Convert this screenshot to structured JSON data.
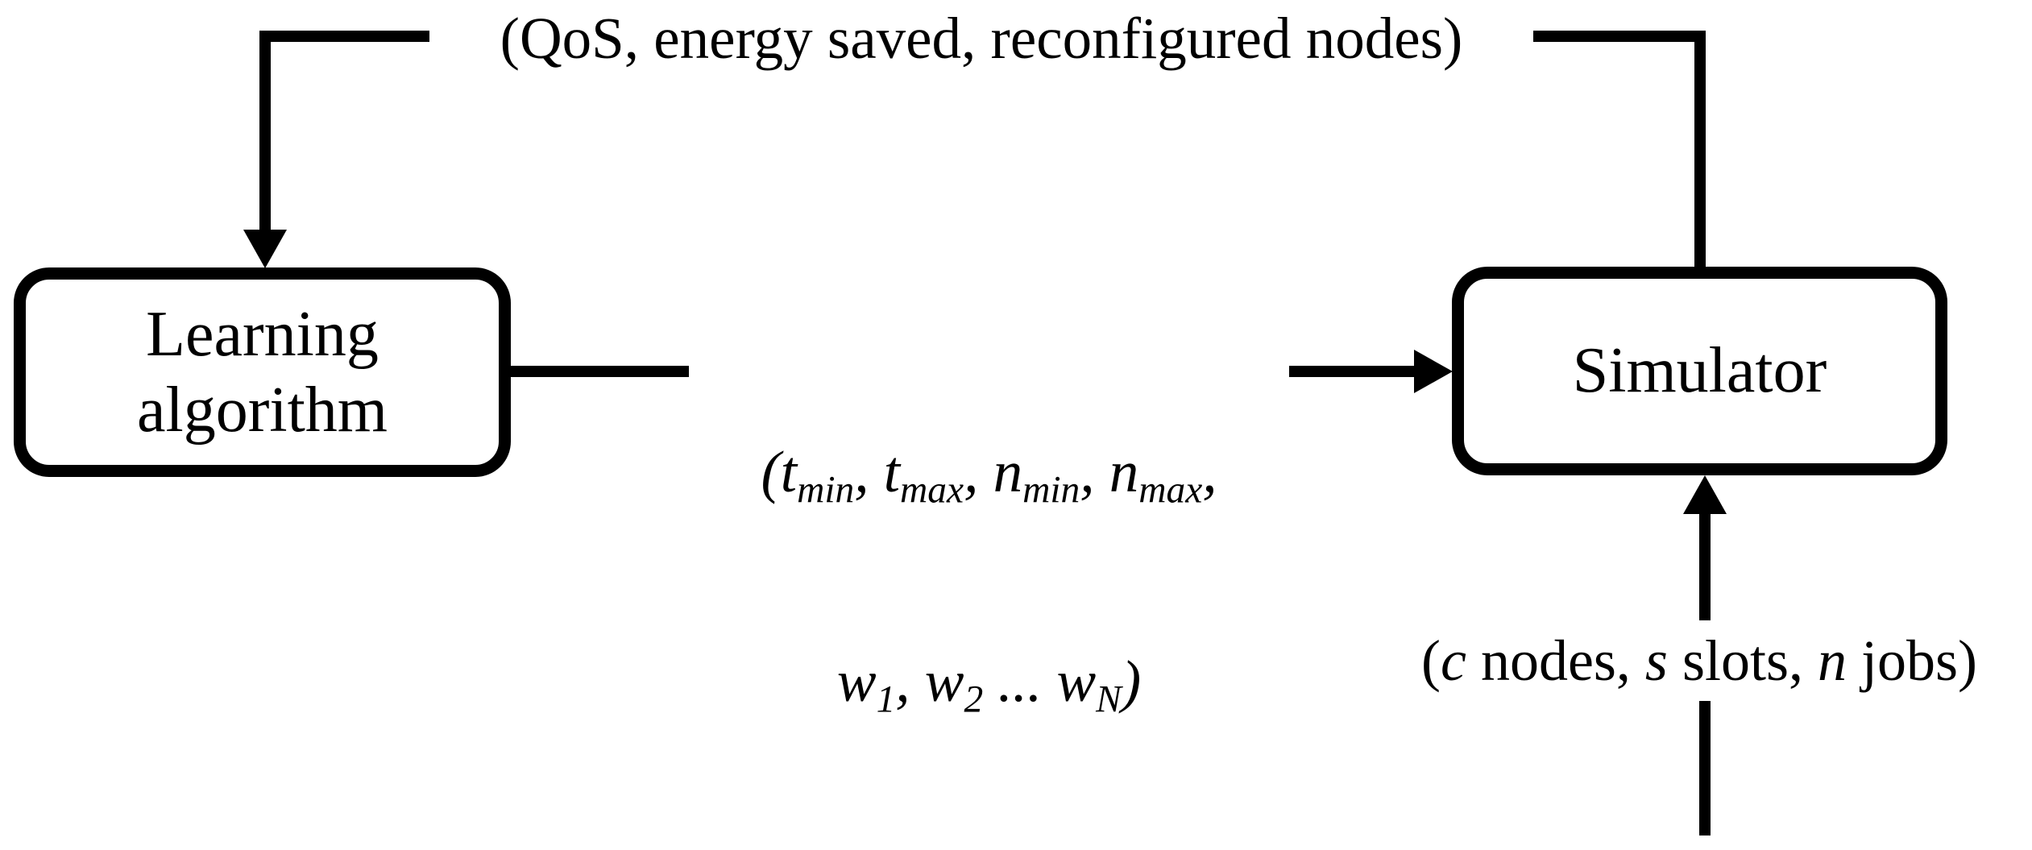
{
  "page": {
    "background_color": "#ffffff",
    "ink_color": "#000000"
  },
  "diagram": {
    "top_label": "(QoS, energy saved, reconfigured nodes)",
    "learning_box": {
      "label": "Learning\nalgorithm"
    },
    "simulator_box": {
      "label": "Simulator"
    },
    "middle_label": {
      "line1": [
        [
          "i",
          "("
        ],
        [
          "i",
          "t"
        ],
        [
          "sub",
          "min"
        ],
        [
          "i",
          ", "
        ],
        [
          "i",
          "t"
        ],
        [
          "sub",
          "max"
        ],
        [
          "i",
          ", "
        ],
        [
          "i",
          "n"
        ],
        [
          "sub",
          "min"
        ],
        [
          "i",
          ", "
        ],
        [
          "i",
          "n"
        ],
        [
          "sub",
          "max"
        ],
        [
          "i",
          ","
        ]
      ],
      "line2": [
        [
          "i",
          "w"
        ],
        [
          "sub",
          "1"
        ],
        [
          "i",
          ", "
        ],
        [
          "i",
          "w"
        ],
        [
          "sub",
          "2"
        ],
        [
          "i",
          " ... "
        ],
        [
          "i",
          "w"
        ],
        [
          "sub",
          "N"
        ],
        [
          "i",
          ")"
        ]
      ]
    },
    "bottom_label": [
      [
        "r",
        "("
      ],
      [
        "i",
        "c"
      ],
      [
        "r",
        " nodes, "
      ],
      [
        "i",
        "s"
      ],
      [
        "r",
        " slots, "
      ],
      [
        "i",
        "n"
      ],
      [
        "r",
        " jobs)"
      ]
    ]
  }
}
